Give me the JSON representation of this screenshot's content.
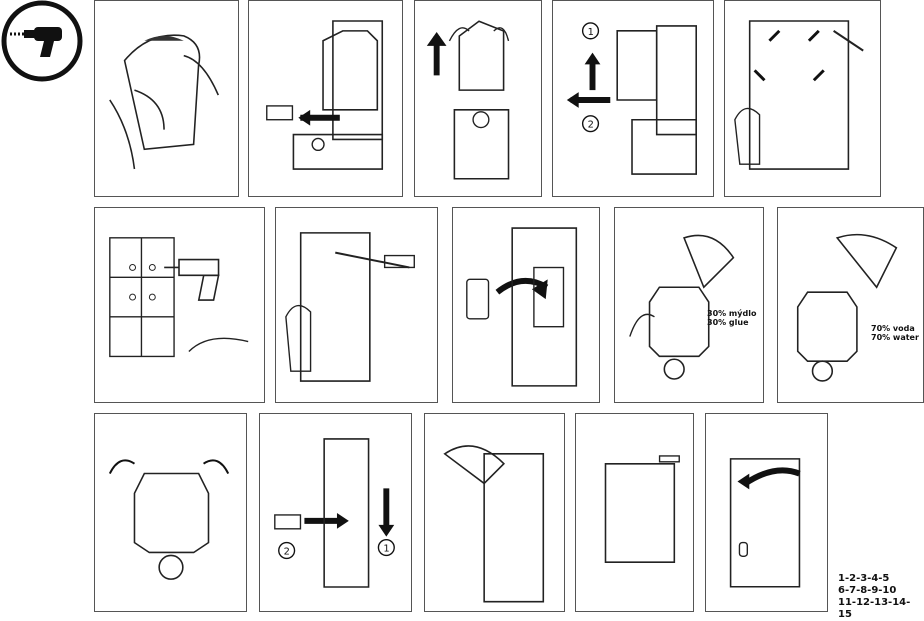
{
  "icons": {
    "tool_badge": "power-drill-icon"
  },
  "labels": {
    "soap_ratio": [
      "30% mýdlo",
      "30% glue"
    ],
    "water_ratio": [
      "70% voda",
      "70% water"
    ],
    "step_one": "1",
    "step_two": "2"
  },
  "sequence": [
    "1-2-3-4-5",
    "6-7-8-9-10",
    "11-12-13-14-15"
  ]
}
